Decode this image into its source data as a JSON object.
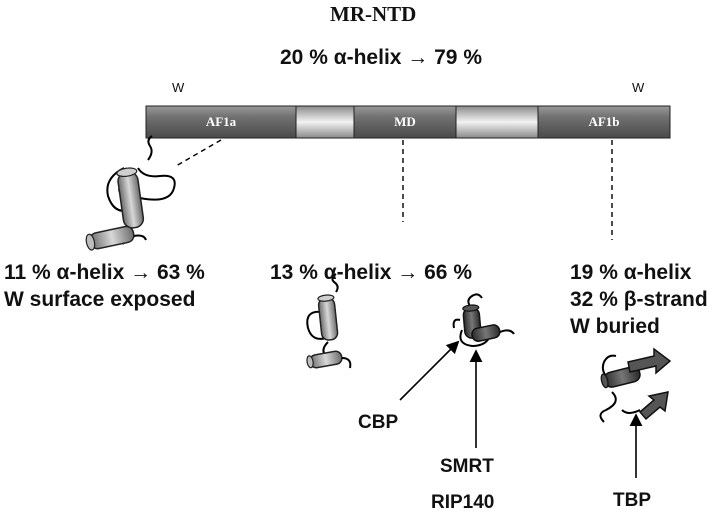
{
  "title": "MR-NTD",
  "overall_helix": "20 % α-helix → 79 %",
  "tryptophan_marker": "W",
  "domains": {
    "af1a": "AF1a",
    "md": "MD",
    "af1b": "AF1b"
  },
  "af1a_info": {
    "line1": "11 % α-helix → 63 %",
    "line2": "W surface exposed"
  },
  "md_info": {
    "line1": "13 % α-helix → 66 %"
  },
  "af1b_info": {
    "line1": "19 % α-helix",
    "line2": "32 % β-strand",
    "line3": "W buried"
  },
  "partners": {
    "cbp": "CBP",
    "smrt": "SMRT",
    "rip140": "RIP140",
    "tbp": "TBP"
  },
  "colors": {
    "segment_dark": "#6e6e6e",
    "segment_light": "#e6e6e6",
    "text": "#111111"
  }
}
